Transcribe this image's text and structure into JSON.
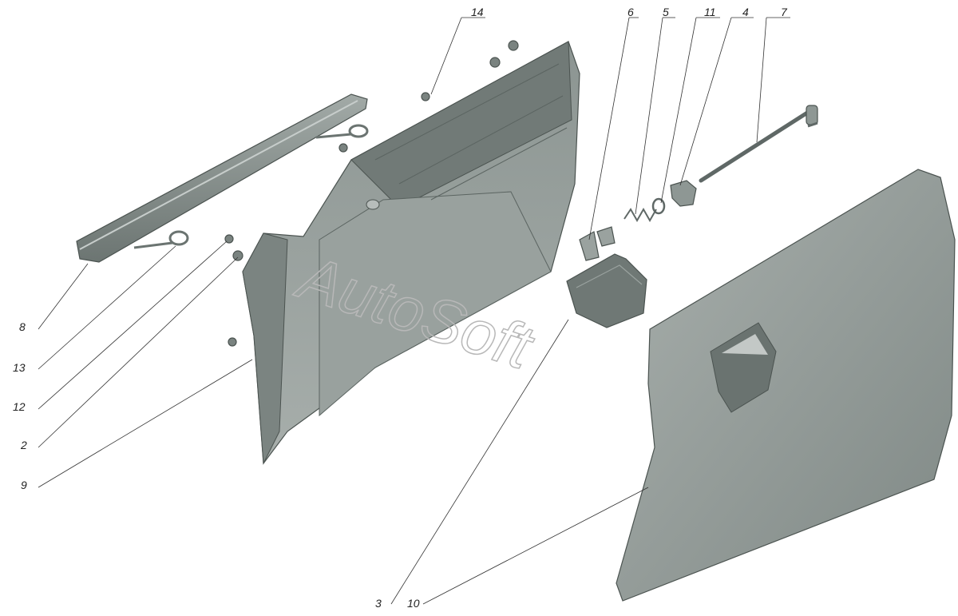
{
  "diagram": {
    "watermark": "AutoSoft",
    "callouts": [
      {
        "id": "c14",
        "text": "14"
      },
      {
        "id": "c6",
        "text": "6"
      },
      {
        "id": "c5",
        "text": "5"
      },
      {
        "id": "c11",
        "text": "11"
      },
      {
        "id": "c4",
        "text": "4"
      },
      {
        "id": "c7",
        "text": "7"
      },
      {
        "id": "c8",
        "text": "8"
      },
      {
        "id": "c13",
        "text": "13"
      },
      {
        "id": "c12",
        "text": "12"
      },
      {
        "id": "c2",
        "text": "2"
      },
      {
        "id": "c9",
        "text": "9"
      },
      {
        "id": "c3",
        "text": "3"
      },
      {
        "id": "c10",
        "text": "10"
      }
    ],
    "colors": {
      "part_fill": "#8e9794",
      "part_dark": "#5f6866",
      "part_light": "#b7bdbb",
      "outline": "#3f4745"
    }
  }
}
